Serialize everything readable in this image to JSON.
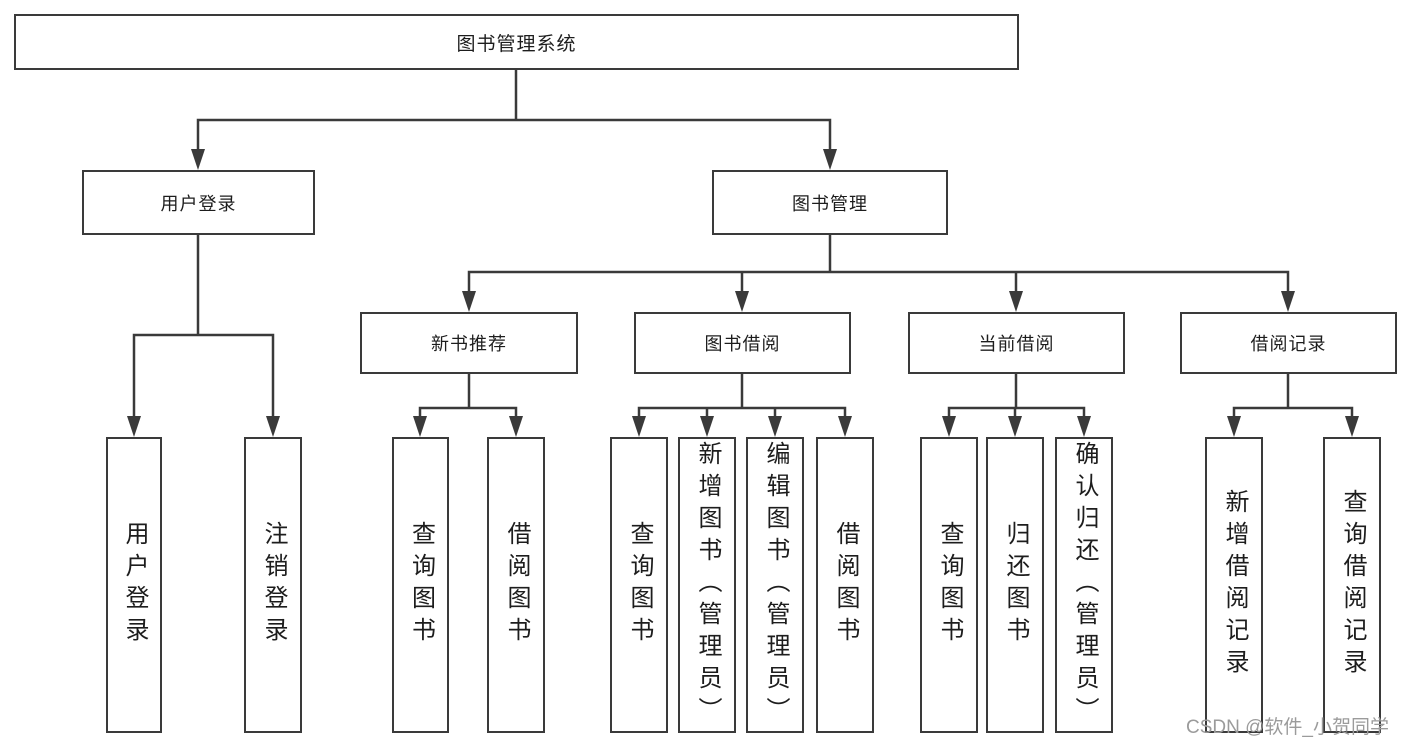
{
  "diagram": {
    "type": "hierarchy-chart",
    "root": {
      "label": "图书管理系统"
    },
    "level2": [
      {
        "label": "用户登录"
      },
      {
        "label": "图书管理"
      }
    ],
    "level3": [
      {
        "label": "新书推荐"
      },
      {
        "label": "图书借阅"
      },
      {
        "label": "当前借阅"
      },
      {
        "label": "借阅记录"
      }
    ],
    "leaves": {
      "login": [
        {
          "label": "用户登录"
        },
        {
          "label": "注销登录"
        }
      ],
      "recommend": [
        {
          "label": "查询图书"
        },
        {
          "label": "借阅图书"
        }
      ],
      "borrow": [
        {
          "label": "查询图书"
        },
        {
          "label": "新增图书（管理员）"
        },
        {
          "label": "编辑图书（管理员）"
        },
        {
          "label": "借阅图书"
        }
      ],
      "current": [
        {
          "label": "查询图书"
        },
        {
          "label": "归还图书"
        },
        {
          "label": "确认归还（管理员）"
        }
      ],
      "records": [
        {
          "label": "新增借阅记录"
        },
        {
          "label": "查询借阅记录"
        }
      ]
    },
    "watermark": "CSDN @软件_小贺同学",
    "colors": {
      "line": "#3a3a3a",
      "box_border": "#3a3a3a",
      "text": "#1d1d1d",
      "watermark": "#9b9b9b",
      "background": "#ffffff"
    }
  }
}
